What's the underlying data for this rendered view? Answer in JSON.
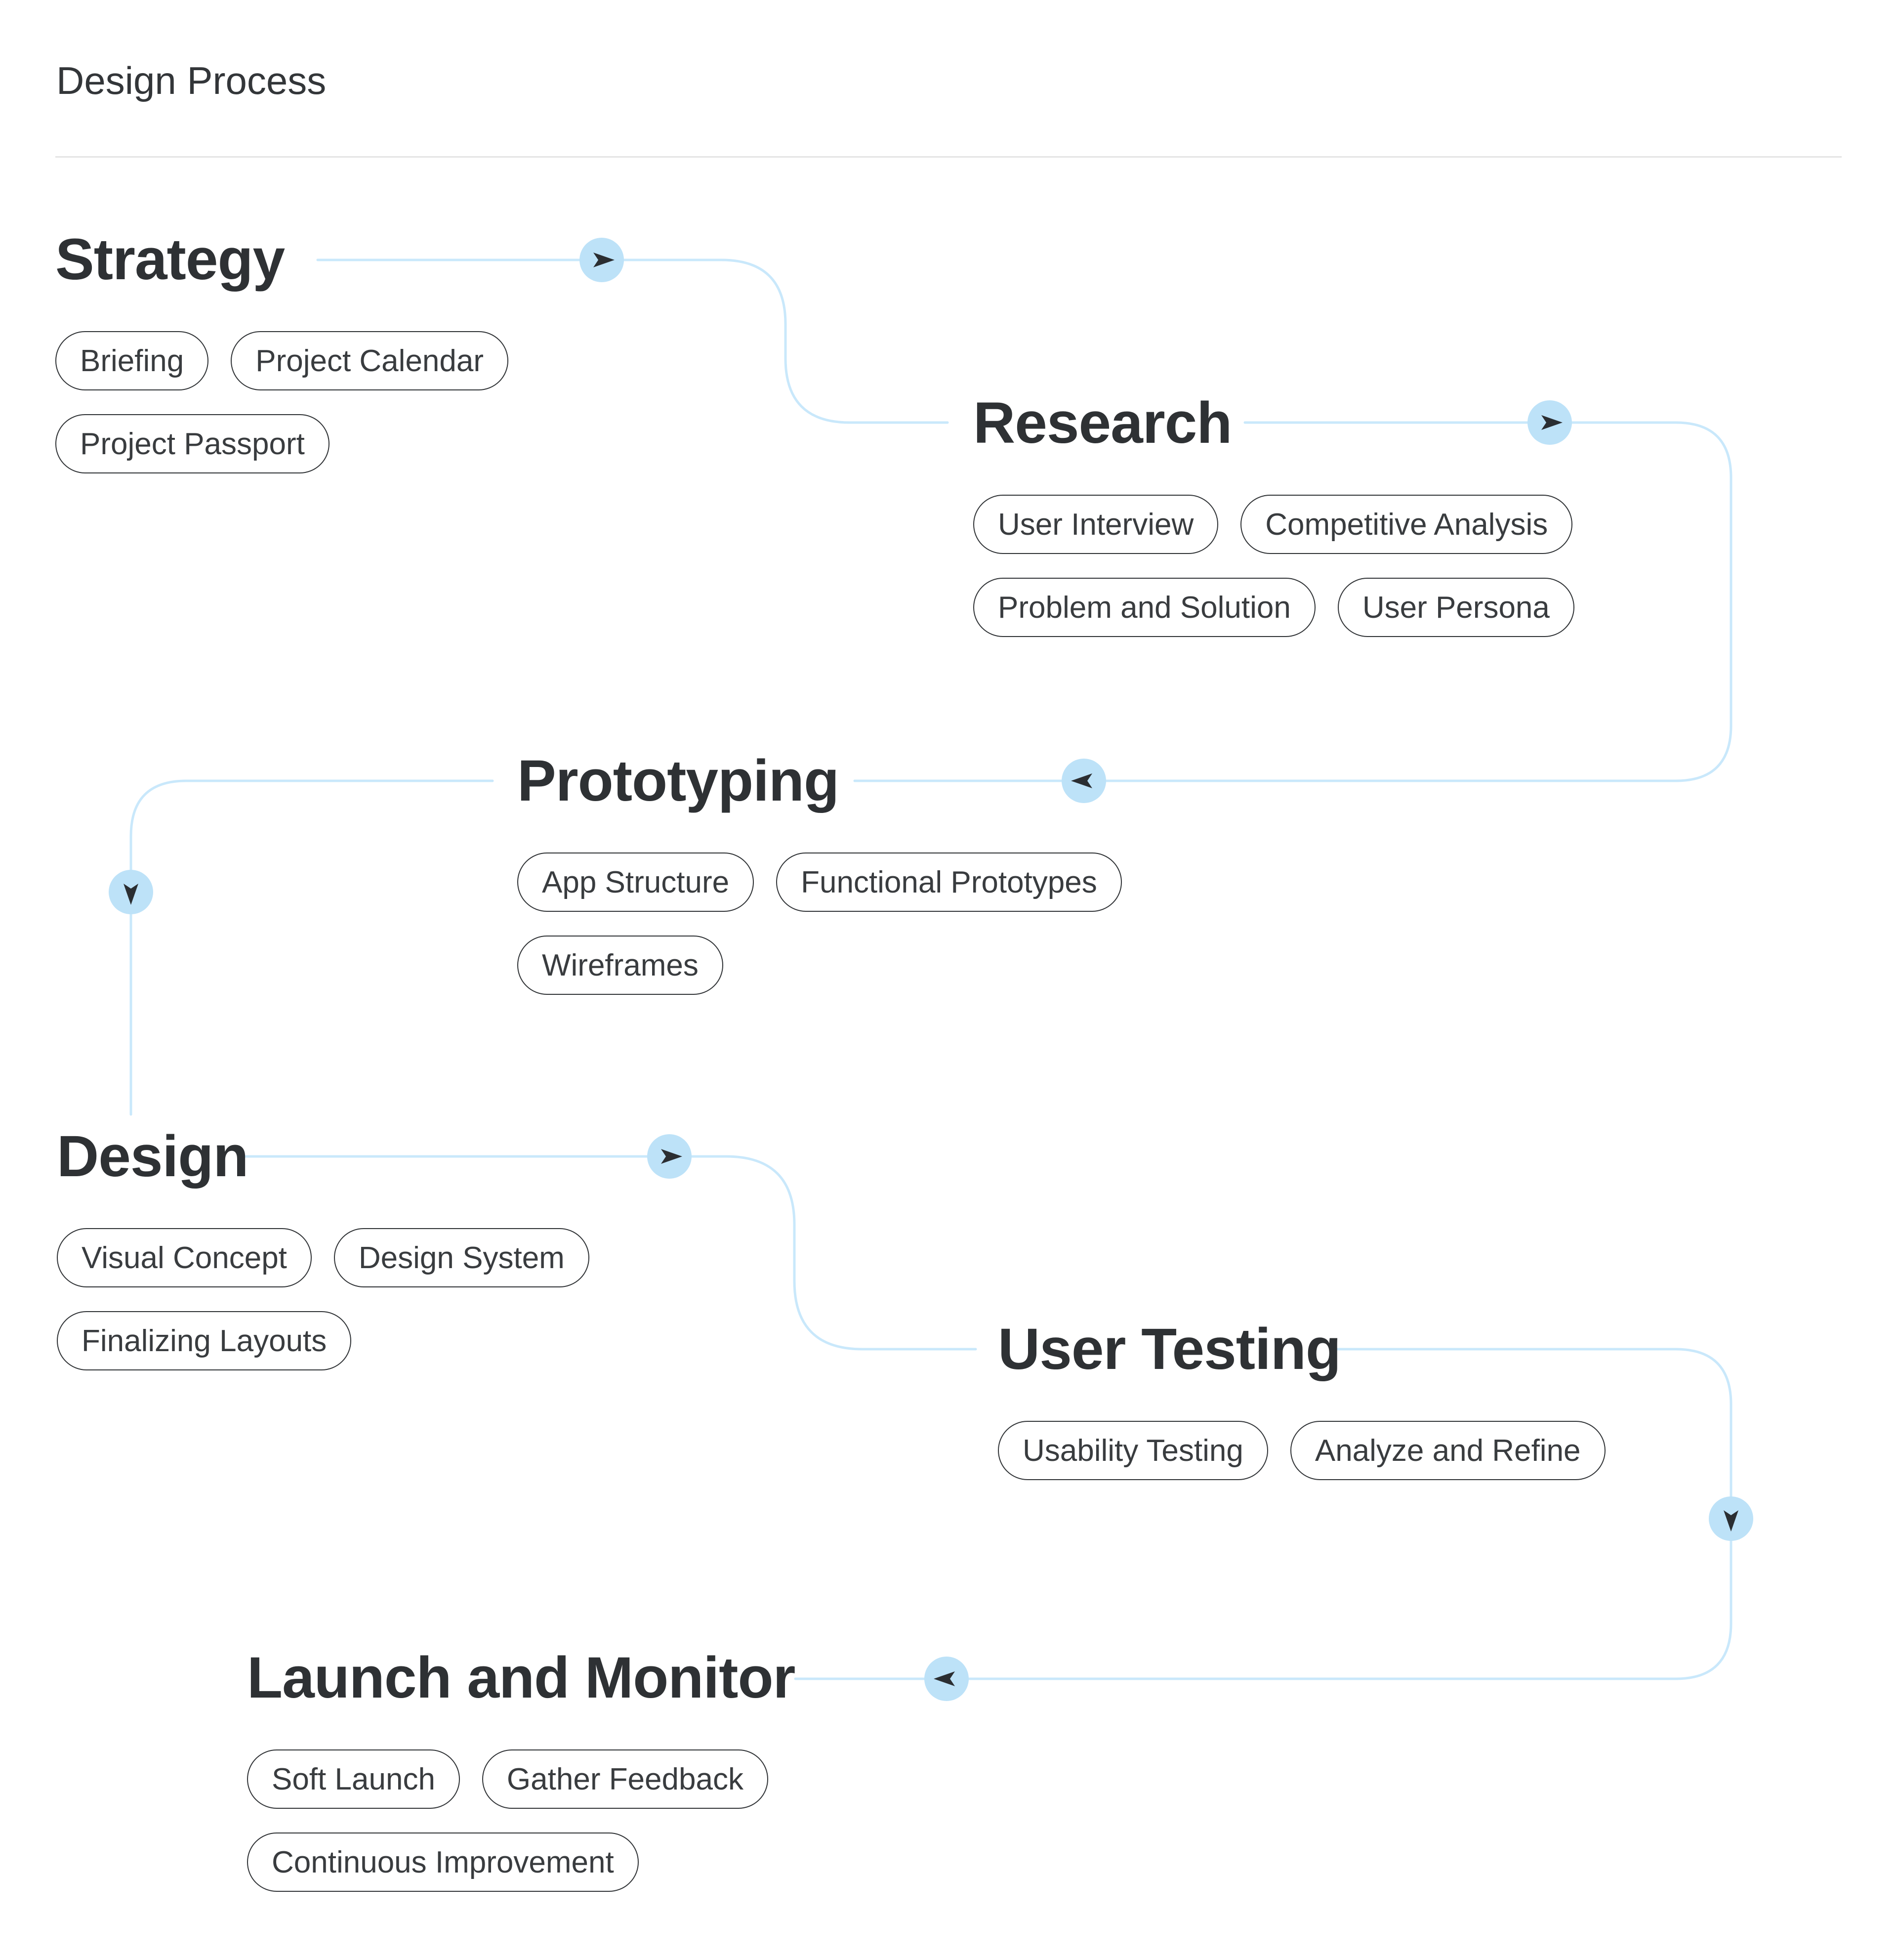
{
  "page": {
    "title": "Design Process"
  },
  "colors": {
    "background": "#ffffff",
    "connector_line": "#c9e8fb",
    "arrow_circle_fill": "#bde2f8",
    "arrow_glyph": "#2b2e32",
    "heading_text": "#2e3134",
    "title_text": "#333639",
    "pill_border": "#303336",
    "pill_text": "#393c3f",
    "divider": "#e4e4e4"
  },
  "stages": [
    {
      "name": "Strategy",
      "tags": [
        "Briefing",
        "Project Calendar",
        "Project Passport"
      ]
    },
    {
      "name": "Research",
      "tags": [
        "User Interview",
        "Competitive Analysis",
        "Problem and Solution",
        "User Persona"
      ]
    },
    {
      "name": "Prototyping",
      "tags": [
        "App Structure",
        "Functional Prototypes",
        "Wireframes"
      ]
    },
    {
      "name": "Design",
      "tags": [
        "Visual Concept",
        "Design System",
        "Finalizing Layouts"
      ]
    },
    {
      "name": "User Testing",
      "tags": [
        "Usability Testing",
        "Analyze and Refine"
      ]
    },
    {
      "name": "Launch and Monitor",
      "tags": [
        "Soft Launch",
        "Gather Feedback",
        "Continuous Improvement"
      ]
    }
  ],
  "flow": [
    {
      "from": "Strategy",
      "to": "Research"
    },
    {
      "from": "Research",
      "to": "Prototyping"
    },
    {
      "from": "Prototyping",
      "to": "Design"
    },
    {
      "from": "Design",
      "to": "User Testing"
    },
    {
      "from": "User Testing",
      "to": "Launch and Monitor"
    }
  ]
}
